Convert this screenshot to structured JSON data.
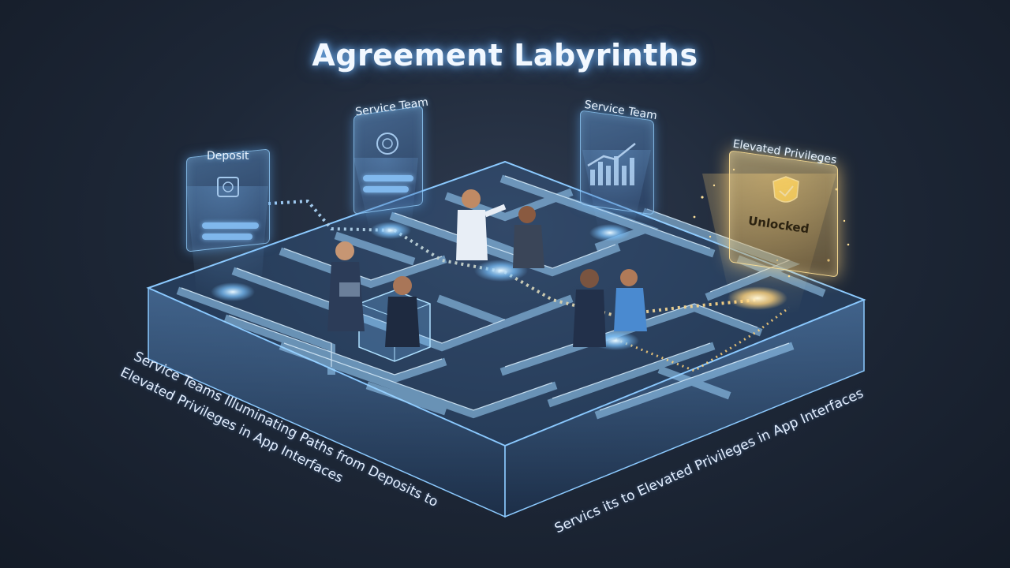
{
  "title": "Agreement Labyrinths",
  "panels": {
    "deposit": "Deposit",
    "service_team_1": "Service Team",
    "service_team_2": "Service Team",
    "elevated": "Elevated Privileges",
    "unlocked": "Unlocked"
  },
  "captions": {
    "left_line1": "Service Teams Illuminating Paths from Deposits to",
    "left_line2": "Elevated Privileges in App Interfaces",
    "right": "Servics its to Elevated Privileges in App Interfaces"
  },
  "icons": [
    "vault-icon",
    "security-badge-icon",
    "chart-icon",
    "shield-check-icon"
  ],
  "colors": {
    "accent": "#7cc4ff",
    "gold": "#ffd27a",
    "background": "#1e2838"
  }
}
